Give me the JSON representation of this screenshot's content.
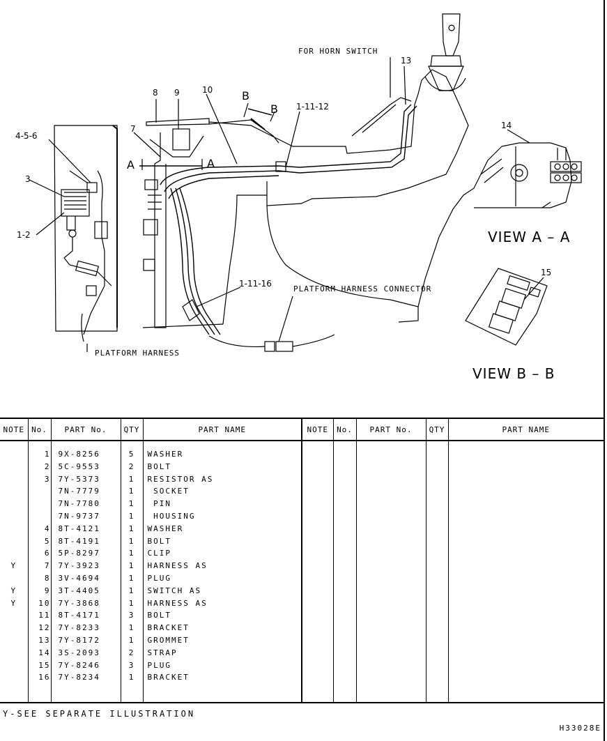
{
  "diagram": {
    "labels": {
      "for_horn_switch": "FOR HORN SWITCH",
      "platform_harness_connector": "PLATFORM HARNESS CONNECTOR",
      "platform_harness": "PLATFORM HARNESS",
      "view_aa": "VIEW A – A",
      "view_bb": "VIEW B – B"
    },
    "callouts": {
      "c1": "4-5-6",
      "c2": "3",
      "c3": "1-2",
      "c4": "8",
      "c5": "9",
      "c6": "10",
      "c7": "7",
      "c8": "1-11-12",
      "c9": "13",
      "c10": "14",
      "c11": "1-11-16",
      "c12": "15",
      "c13": "A",
      "c14": "A",
      "c15": "B",
      "c16": "B"
    }
  },
  "table": {
    "headers": {
      "note": "NOTE",
      "no": "No.",
      "part_no": "PART No.",
      "qty": "QTY",
      "part_name": "PART NAME"
    },
    "rows": [
      {
        "note": "",
        "no": "1",
        "part_no": "9X-8256",
        "qty": "5",
        "name": "WASHER"
      },
      {
        "note": "",
        "no": "2",
        "part_no": "5C-9553",
        "qty": "2",
        "name": "BOLT"
      },
      {
        "note": "",
        "no": "3",
        "part_no": "7Y-5373",
        "qty": "1",
        "name": "RESISTOR AS"
      },
      {
        "note": "",
        "no": "",
        "part_no": "7N-7779",
        "qty": "1",
        "name": " SOCKET"
      },
      {
        "note": "",
        "no": "",
        "part_no": "7N-7780",
        "qty": "1",
        "name": " PIN"
      },
      {
        "note": "",
        "no": "",
        "part_no": "7N-9737",
        "qty": "1",
        "name": " HOUSING"
      },
      {
        "note": "",
        "no": "4",
        "part_no": "8T-4121",
        "qty": "1",
        "name": "WASHER"
      },
      {
        "note": "",
        "no": "5",
        "part_no": "8T-4191",
        "qty": "1",
        "name": "BOLT"
      },
      {
        "note": "",
        "no": "6",
        "part_no": "5P-8297",
        "qty": "1",
        "name": "CLIP"
      },
      {
        "note": "Y",
        "no": "7",
        "part_no": "7Y-3923",
        "qty": "1",
        "name": "HARNESS AS"
      },
      {
        "note": "",
        "no": "8",
        "part_no": "3V-4694",
        "qty": "1",
        "name": "PLUG"
      },
      {
        "note": "Y",
        "no": "9",
        "part_no": "3T-4405",
        "qty": "1",
        "name": "SWITCH AS"
      },
      {
        "note": "Y",
        "no": "10",
        "part_no": "7Y-3868",
        "qty": "1",
        "name": "HARNESS AS"
      },
      {
        "note": "",
        "no": "11",
        "part_no": "8T-4171",
        "qty": "3",
        "name": "BOLT"
      },
      {
        "note": "",
        "no": "12",
        "part_no": "7Y-8233",
        "qty": "1",
        "name": "BRACKET"
      },
      {
        "note": "",
        "no": "13",
        "part_no": "7Y-8172",
        "qty": "1",
        "name": "GROMMET"
      },
      {
        "note": "",
        "no": "14",
        "part_no": "3S-2093",
        "qty": "2",
        "name": "STRAP"
      },
      {
        "note": "",
        "no": "15",
        "part_no": "7Y-8246",
        "qty": "3",
        "name": "PLUG"
      },
      {
        "note": "",
        "no": "16",
        "part_no": "7Y-8234",
        "qty": "1",
        "name": "BRACKET"
      }
    ]
  },
  "footnote": "Y-SEE SEPARATE ILLUSTRATION",
  "illustration_code": "H33028E"
}
